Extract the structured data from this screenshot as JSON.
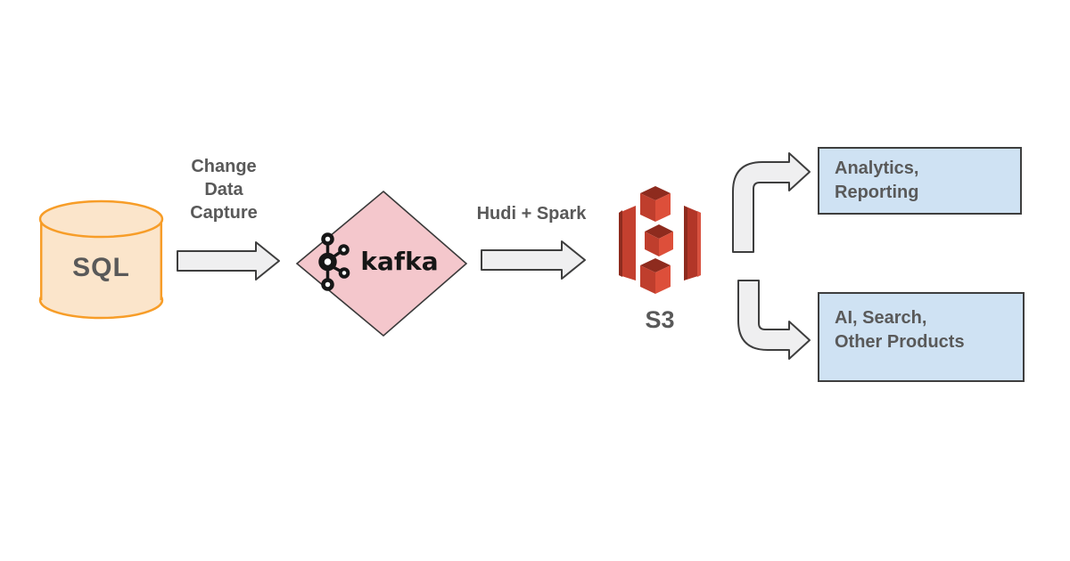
{
  "nodes": {
    "sql": {
      "label": "SQL"
    },
    "kafka": {
      "wordmark": "kafka"
    },
    "s3": {
      "label": "S3"
    },
    "analytics": {
      "label": "Analytics,\nReporting"
    },
    "ai_search": {
      "label": "AI, Search,\nOther Products"
    }
  },
  "edges": {
    "change_data_capture": {
      "label": "Change\nData\nCapture"
    },
    "hudi_spark": {
      "label": "Hudi + Spark"
    }
  },
  "colors": {
    "background": "#FFFFFF",
    "sql_fill": "#FBE5CB",
    "sql_stroke": "#F79D28",
    "kafka_fill": "#F4C7CC",
    "kafka_logo": "#161616",
    "box_fill": "#CFE2F3",
    "arrow_fill": "#EFEFF0",
    "outline_dark": "#3E3E3E",
    "label_text": "#595959",
    "s3_red_bright": "#DD4F3A",
    "s3_red_mid": "#BF3E2D",
    "s3_red_dark": "#8E2B1E",
    "s3_slab_left": "#C4402F",
    "s3_slab_right": "#B23628"
  }
}
